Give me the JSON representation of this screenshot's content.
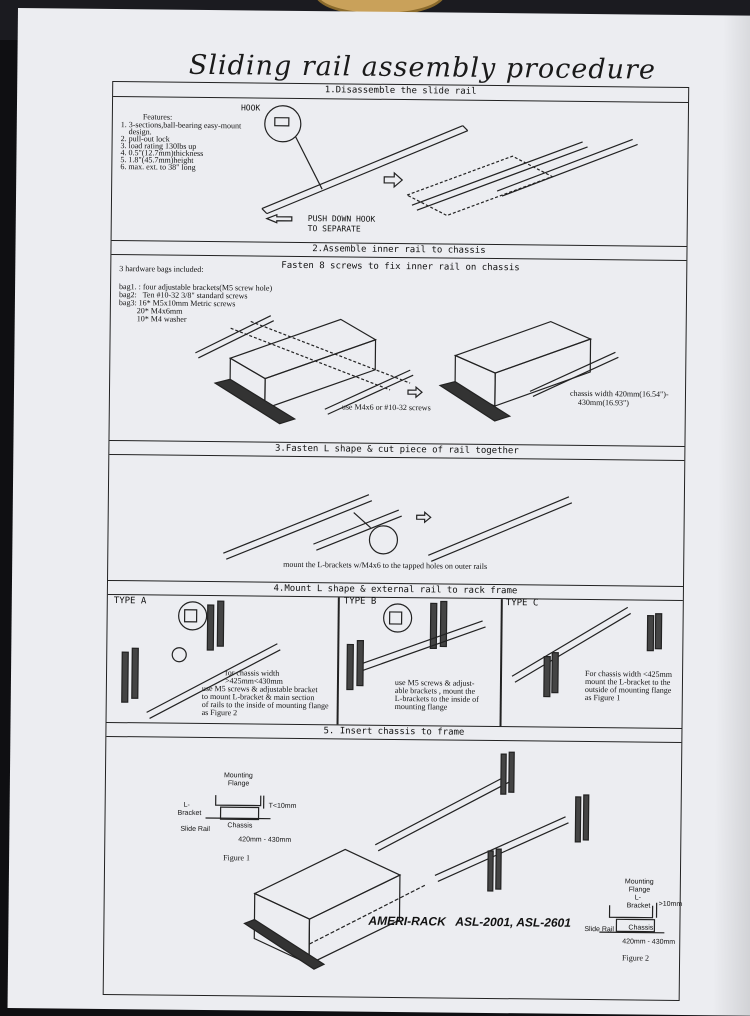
{
  "title": "Sliding rail assembly procedure",
  "sections": [
    {
      "heading": "1.Disassemble the slide rail"
    },
    {
      "heading": "2.Assemble inner rail to chassis"
    },
    {
      "heading": "3.Fasten L shape & cut piece of rail together"
    },
    {
      "heading": "4.Mount L shape & external rail to rack frame"
    },
    {
      "heading": "5. Insert chassis to frame"
    }
  ],
  "s1": {
    "features_title": "Features:",
    "features": [
      "1. 3-sections,ball-bearing easy-mount",
      "    design.",
      "2. pull-out lock",
      "3. load rating 130lbs up",
      "4. 0.5\"(12.7mm)thickness",
      "5. 1.8\"(45.7mm)height",
      "6. max. ext. to 38\" long"
    ],
    "hook_label": "HOOK",
    "push_label": "PUSH DOWN HOOK",
    "separate_label": "TO SEPARATE"
  },
  "s2": {
    "bags_title": "3 hardware bags included:",
    "instruction": "Fasten 8 screws to fix inner rail on chassis",
    "bags": [
      "bag1. : four adjustable brackets(M5 screw hole)",
      "bag2:   Ten #10-32 3/8\" standard screws",
      "bag3: 16* M5x10mm Metric screws",
      "         20* M4x6mm",
      "         10* M4 washer"
    ],
    "screws_note": "use M4x6 or #10-32 screws",
    "chassis_width": [
      "chassis width 420mm(16.54\")-",
      "430mm(16.93\")"
    ]
  },
  "s3": {
    "note": "mount the L-brackets w/M4x6 to the tapped holes on outer rails"
  },
  "s4": {
    "type_a_label": "TYPE A",
    "type_b_label": "TYPE B",
    "type_c_label": "TYPE C",
    "type_a_text": [
      "for chassis width",
      ">425mm<430mm",
      "use M5 screws & adjustable bracket",
      "to mount L-bracket & main section",
      "of rails to the inside of mounting flange",
      "as Figure 2"
    ],
    "type_b_text": [
      "use M5 screws & adjust-",
      "able brackets , mount the",
      "L-brackets to the inside of",
      "mounting flange"
    ],
    "type_c_text": [
      "For chassis width <425mm",
      "mount the L-bracket to the",
      "outside of mounting flange",
      "as Figure 1"
    ]
  },
  "s5": {
    "fig1": {
      "mounting": "Mounting",
      "flange": "Flange",
      "l": "L-",
      "bracket": "Bracket",
      "slide_rail": "Slide Rail",
      "chassis": "Chassis",
      "gap": "T<10mm",
      "width": "420mm - 430mm",
      "caption": "Figure 1"
    },
    "fig2": {
      "mounting": "Mounting",
      "flange": "Flange",
      "l": "L-",
      "bracket": "Bracket",
      "slide_rail": "Slide Rail",
      "chassis": "Chassis",
      "gap": ">10mm",
      "width": "420mm - 430mm",
      "caption": "Figure 2"
    }
  },
  "footer": "AMERI-RACK   ASL-2001, ASL-2601",
  "colors": {
    "paper": "#ecedf1",
    "ink": "#1a1a1a",
    "background": "#0f0f12",
    "bowl": "#c9a15a"
  }
}
